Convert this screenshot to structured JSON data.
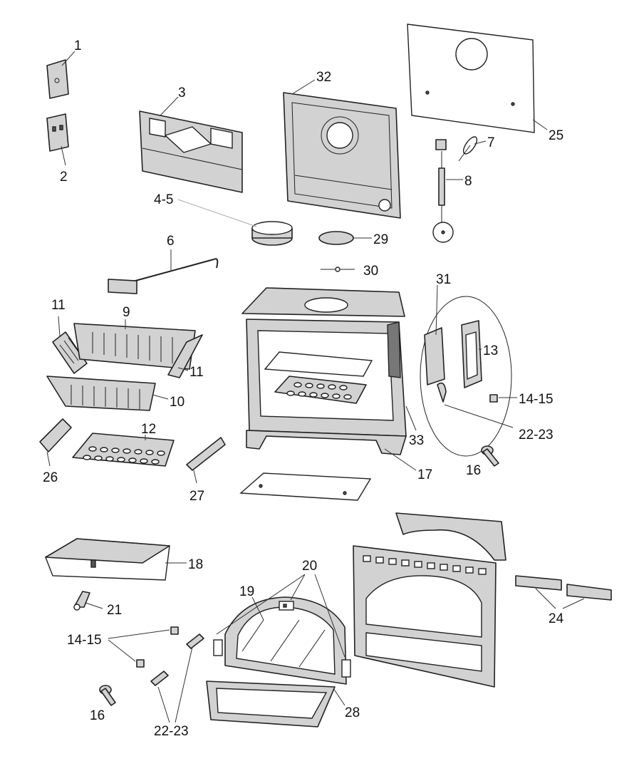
{
  "labels": {
    "l1": "1",
    "l2": "2",
    "l3": "3",
    "l32": "32",
    "l25": "25",
    "l7": "7",
    "l8": "8",
    "l45": "4-5",
    "l29": "29",
    "l6": "6",
    "l30": "30",
    "l31": "31",
    "l11a": "11",
    "l9": "9",
    "l13": "13",
    "l11b": "11",
    "l1415a": "14-15",
    "l10": "10",
    "l2223a": "22-23",
    "l33": "33",
    "l12": "12",
    "l16a": "16",
    "l26": "26",
    "l17": "17",
    "l27": "27",
    "l18": "18",
    "l20": "20",
    "l19": "19",
    "l21": "21",
    "l24": "24",
    "l1415b": "14-15",
    "l16b": "16",
    "l28": "28",
    "l2223b": "22-23"
  }
}
